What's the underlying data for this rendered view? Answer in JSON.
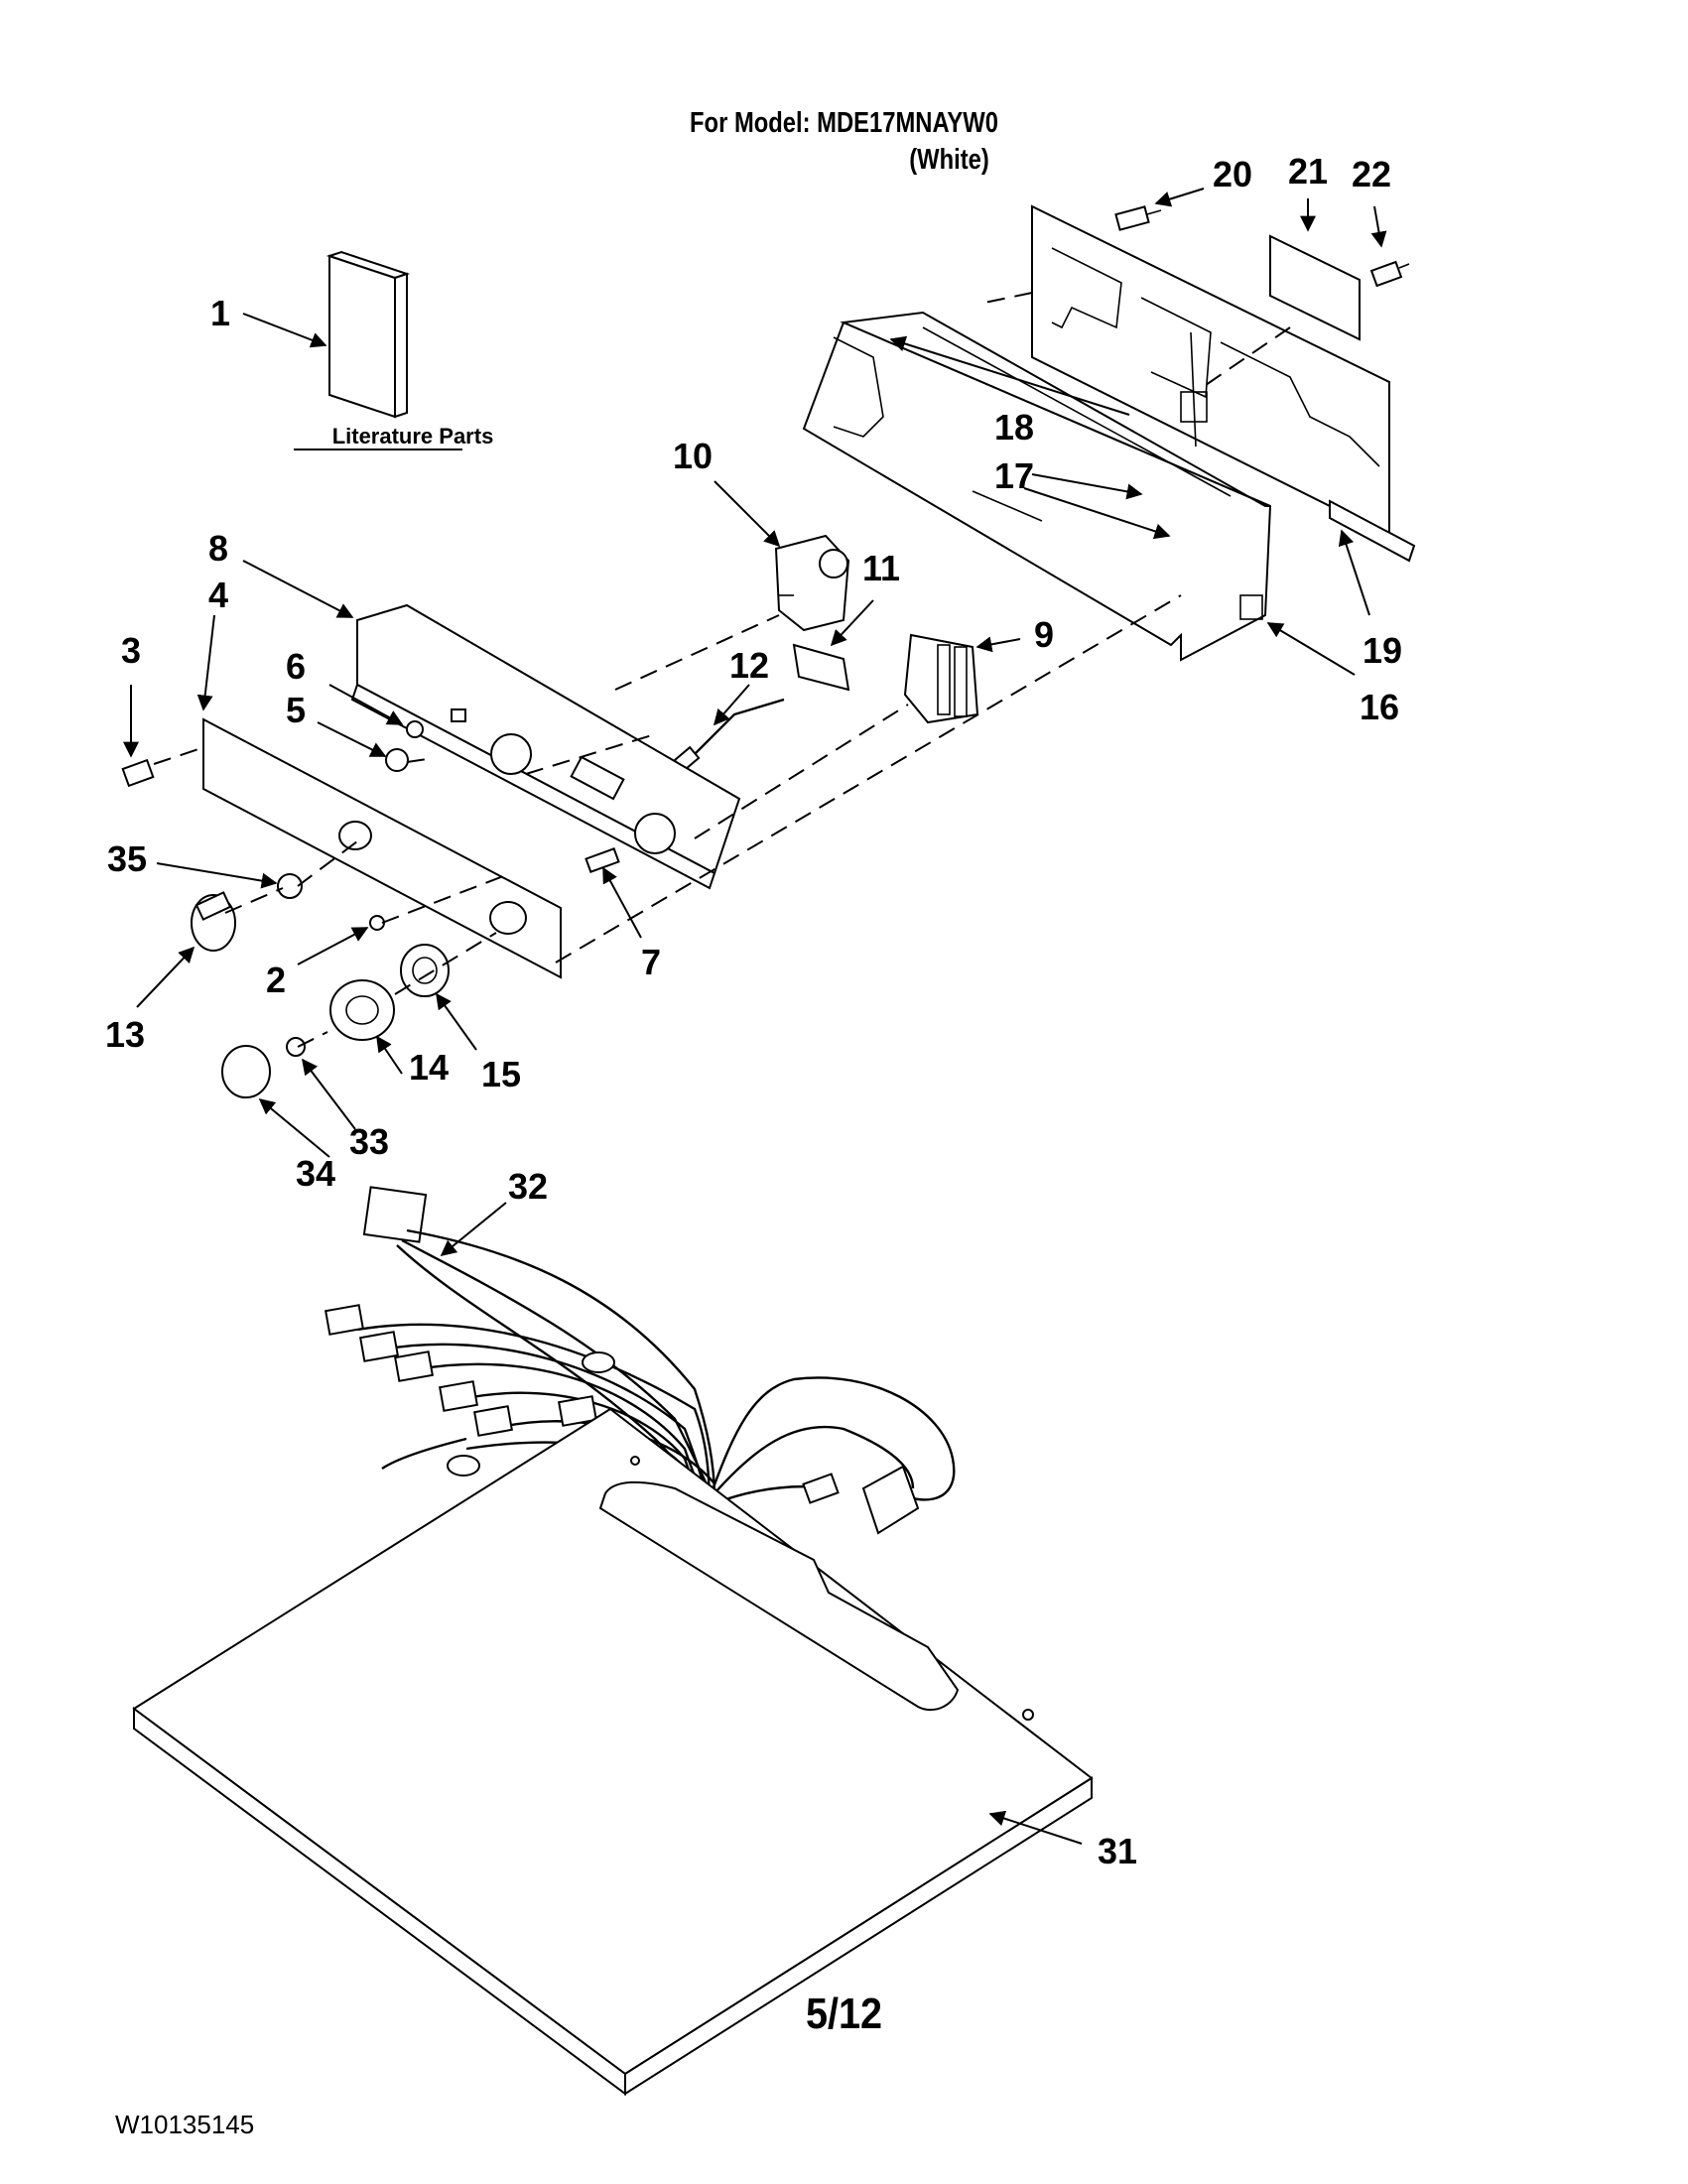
{
  "header": {
    "model": "For Model: MDE17MNAYW0",
    "color": "(White)"
  },
  "literature_label": "Literature Parts",
  "callouts": [
    {
      "id": "c1",
      "text": "1"
    },
    {
      "id": "c2",
      "text": "2"
    },
    {
      "id": "c3",
      "text": "3"
    },
    {
      "id": "c4",
      "text": "4"
    },
    {
      "id": "c5",
      "text": "5"
    },
    {
      "id": "c6",
      "text": "6"
    },
    {
      "id": "c7",
      "text": "7"
    },
    {
      "id": "c8",
      "text": "8"
    },
    {
      "id": "c9",
      "text": "9"
    },
    {
      "id": "c10",
      "text": "10"
    },
    {
      "id": "c11",
      "text": "11"
    },
    {
      "id": "c12",
      "text": "12"
    },
    {
      "id": "c13",
      "text": "13"
    },
    {
      "id": "c14",
      "text": "14"
    },
    {
      "id": "c15",
      "text": "15"
    },
    {
      "id": "c16",
      "text": "16"
    },
    {
      "id": "c17",
      "text": "17"
    },
    {
      "id": "c18",
      "text": "18"
    },
    {
      "id": "c19",
      "text": "19"
    },
    {
      "id": "c20",
      "text": "20"
    },
    {
      "id": "c21",
      "text": "21"
    },
    {
      "id": "c22",
      "text": "22"
    },
    {
      "id": "c31",
      "text": "31"
    },
    {
      "id": "c32",
      "text": "32"
    },
    {
      "id": "c33",
      "text": "33"
    },
    {
      "id": "c34",
      "text": "34"
    },
    {
      "id": "c35",
      "text": "35"
    }
  ],
  "footer": {
    "page": "5/12",
    "doc_code": "W10135145"
  }
}
